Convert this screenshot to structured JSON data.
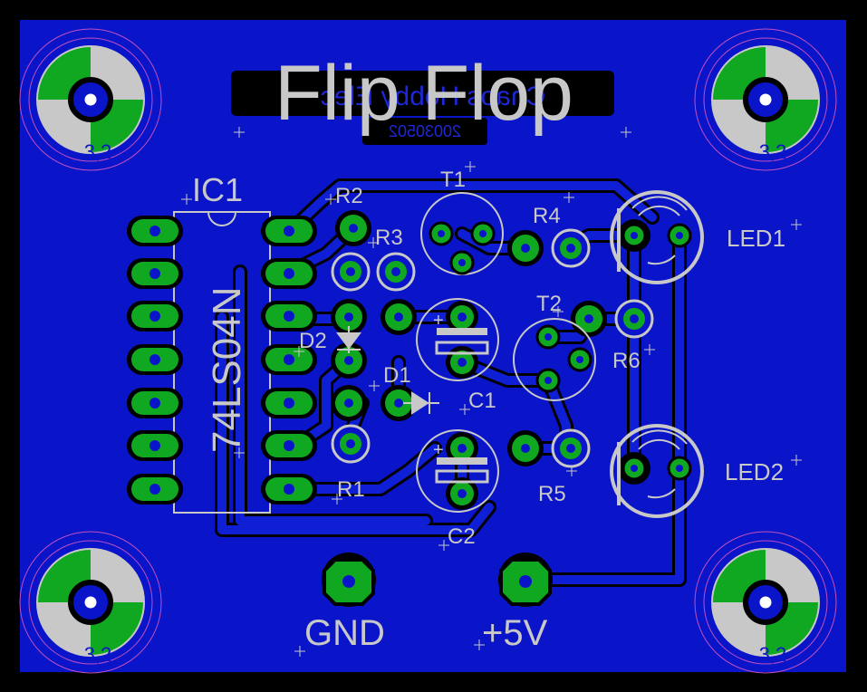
{
  "title": "Flip Flop",
  "mirrored_text": {
    "line1": "Chaos Hobby Elec",
    "line2": "20030502"
  },
  "chip": {
    "ref": "IC1",
    "value": "74LS04N"
  },
  "labels": {
    "r1": "R1",
    "r2": "R2",
    "r3": "R3",
    "r4": "R4",
    "r5": "R5",
    "r6": "R6",
    "t1": "T1",
    "t2": "T2",
    "c1": "C1",
    "c2": "C2",
    "d1": "D1",
    "d2": "D2",
    "led1": "LED1",
    "led2": "LED2",
    "gnd": "GND",
    "vcc": "+5V"
  },
  "hole_label": "3,2",
  "colors": {
    "board": "#0a14c8",
    "copper": "#0f1fd6",
    "pad": "#10a820",
    "silk": "#c8c8c8",
    "trace_outline": "#000000",
    "via": "#1a1acc",
    "hole_ring": "#c050c0"
  }
}
